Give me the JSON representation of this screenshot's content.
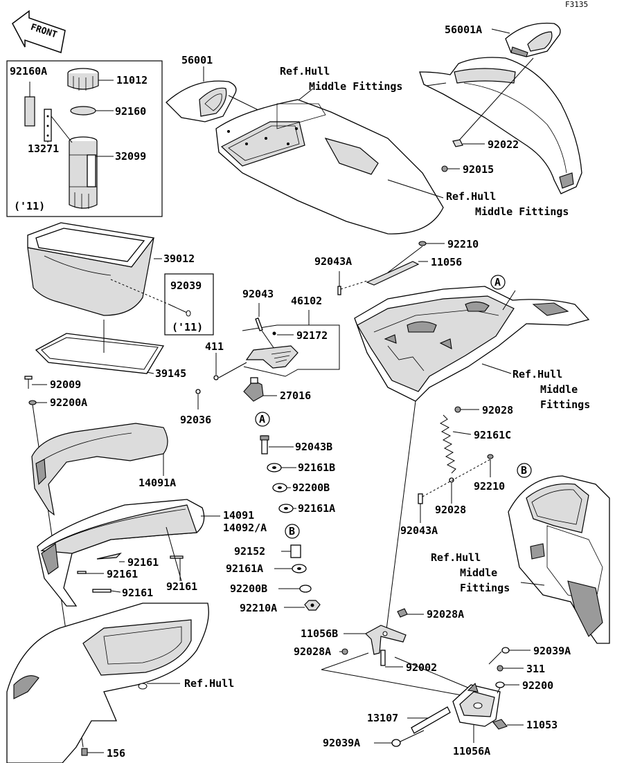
{
  "drawing_code": "F3135",
  "front_label": "FRONT",
  "callouts": {
    "p56001A": "56001A",
    "p56001": "56001",
    "p92160A": "92160A",
    "p11012": "11012",
    "p92160": "92160",
    "p13271": "13271",
    "p32099": "32099",
    "y11a": "('11)",
    "p39012": "39012",
    "p92039": "92039",
    "y11b": "('11)",
    "p39145": "39145",
    "p92009": "92009",
    "p92200A": "92200A",
    "p14091A": "14091A",
    "p14091": "14091",
    "p14092A": "14092/A",
    "p92161a": "92161",
    "p92161b": "92161",
    "p92161c": "92161",
    "p92161d": "92161",
    "p92022": "92022",
    "p92015": "92015",
    "p92210a": "92210",
    "p92043A": "92043A",
    "p11056": "11056",
    "p92043": "92043",
    "p46102": "46102",
    "p92172": "92172",
    "p411": "411",
    "p92036": "92036",
    "p27016": "27016",
    "p92043B": "92043B",
    "p92161B": "92161B",
    "p92200B": "92200B",
    "p92161A": "92161A",
    "p92152": "92152",
    "p92161A2": "92161A",
    "p92200B2": "92200B",
    "p92210A": "92210A",
    "p92028a": "92028",
    "p92161C": "92161C",
    "p92210b": "92210",
    "p92028b": "92028",
    "p92043A2": "92043A",
    "p92028A": "92028A",
    "p11056B": "11056B",
    "p92028A2": "92028A",
    "p92002": "92002",
    "p92039A": "92039A",
    "p311": "311",
    "p92200": "92200",
    "p13107": "13107",
    "p11053": "11053",
    "p92039A2": "92039A",
    "p11056A": "11056A",
    "p156": "156"
  },
  "refs": {
    "r1_a": "Ref.Hull",
    "r1_b": "Middle Fittings",
    "r2_a": "Ref.Hull",
    "r2_b": "Middle Fittings",
    "r3_a": "Ref.Hull",
    "r3_b": "Middle",
    "r3_c": "Fittings",
    "r4_a": "Ref.Hull",
    "r4_b": "Middle",
    "r4_c": "Fittings",
    "r5": "Ref.Hull"
  },
  "markers": {
    "mA1": "A",
    "mA2": "A",
    "mB1": "B",
    "mB2": "B"
  }
}
